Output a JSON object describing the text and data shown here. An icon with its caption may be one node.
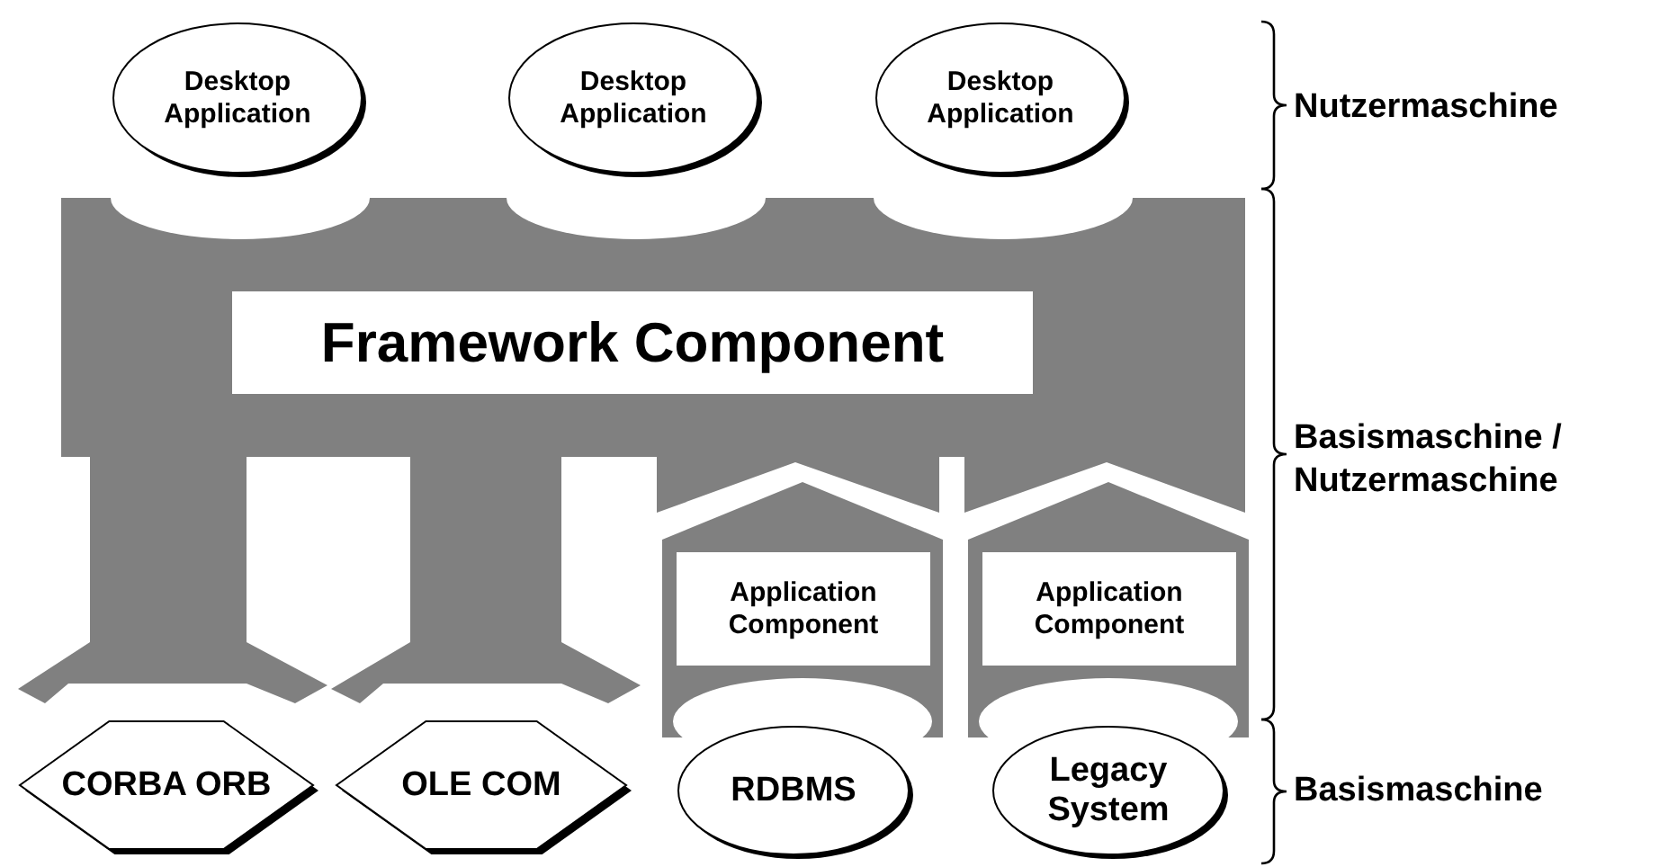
{
  "diagram": {
    "nodes": [
      {
        "text": [
          "Desktop Application"
        ]
      },
      {
        "text": [
          "Desktop Application"
        ]
      },
      {
        "text": [
          "Desktop Application"
        ]
      },
      {
        "text": [
          "Framework Component"
        ]
      },
      {
        "text": [
          "Application Component"
        ]
      },
      {
        "text": [
          "Application Component"
        ]
      },
      {
        "text": [
          "CORBA ORB"
        ]
      },
      {
        "text": [
          "OLE COM"
        ]
      },
      {
        "text": [
          "RDBMS"
        ]
      },
      {
        "text": [
          "Legacy System"
        ]
      }
    ],
    "labels": [
      "Nutzermaschine",
      "Basismaschine / Nutzermaschine",
      "Basismaschine"
    ]
  }
}
